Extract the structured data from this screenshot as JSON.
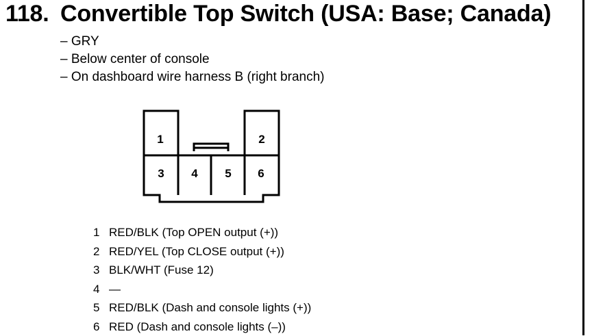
{
  "header": {
    "number": "118.",
    "title": "Convertible Top Switch (USA: Base; Canada)"
  },
  "info": [
    "– GRY",
    "– Below center of console",
    "– On dashboard wire harness B (right branch)"
  ],
  "connector": {
    "pin_labels": [
      "1",
      "2",
      "3",
      "4",
      "5",
      "6"
    ]
  },
  "pins": [
    {
      "num": "1",
      "desc": "RED/BLK (Top OPEN output (+))"
    },
    {
      "num": "2",
      "desc": "RED/YEL (Top CLOSE output (+))"
    },
    {
      "num": "3",
      "desc": "BLK/WHT (Fuse 12)"
    },
    {
      "num": "4",
      "desc": "—"
    },
    {
      "num": "5",
      "desc": "RED/BLK (Dash and console lights (+))"
    },
    {
      "num": "6",
      "desc": "RED (Dash and console lights (–))"
    }
  ]
}
